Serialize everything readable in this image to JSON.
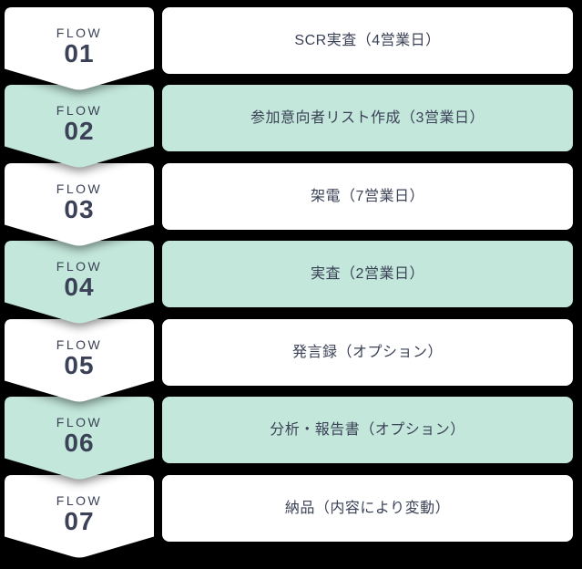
{
  "palette": {
    "background": "#000000",
    "mint": "#c3e7da",
    "white": "#ffffff",
    "text": "#3b4257"
  },
  "steps": [
    {
      "flow_label": "FLOW",
      "number": "01",
      "label": "SCR実査（4営業日）",
      "variant": "white"
    },
    {
      "flow_label": "FLOW",
      "number": "02",
      "label": "参加意向者リスト作成（3営業日）",
      "variant": "mint"
    },
    {
      "flow_label": "FLOW",
      "number": "03",
      "label": "架電（7営業日）",
      "variant": "white"
    },
    {
      "flow_label": "FLOW",
      "number": "04",
      "label": "実査（2営業日）",
      "variant": "mint"
    },
    {
      "flow_label": "FLOW",
      "number": "05",
      "label": "発言録（オプション）",
      "variant": "white"
    },
    {
      "flow_label": "FLOW",
      "number": "06",
      "label": "分析・報告書（オプション）",
      "variant": "mint"
    },
    {
      "flow_label": "FLOW",
      "number": "07",
      "label": "納品（内容により変動）",
      "variant": "white"
    }
  ]
}
